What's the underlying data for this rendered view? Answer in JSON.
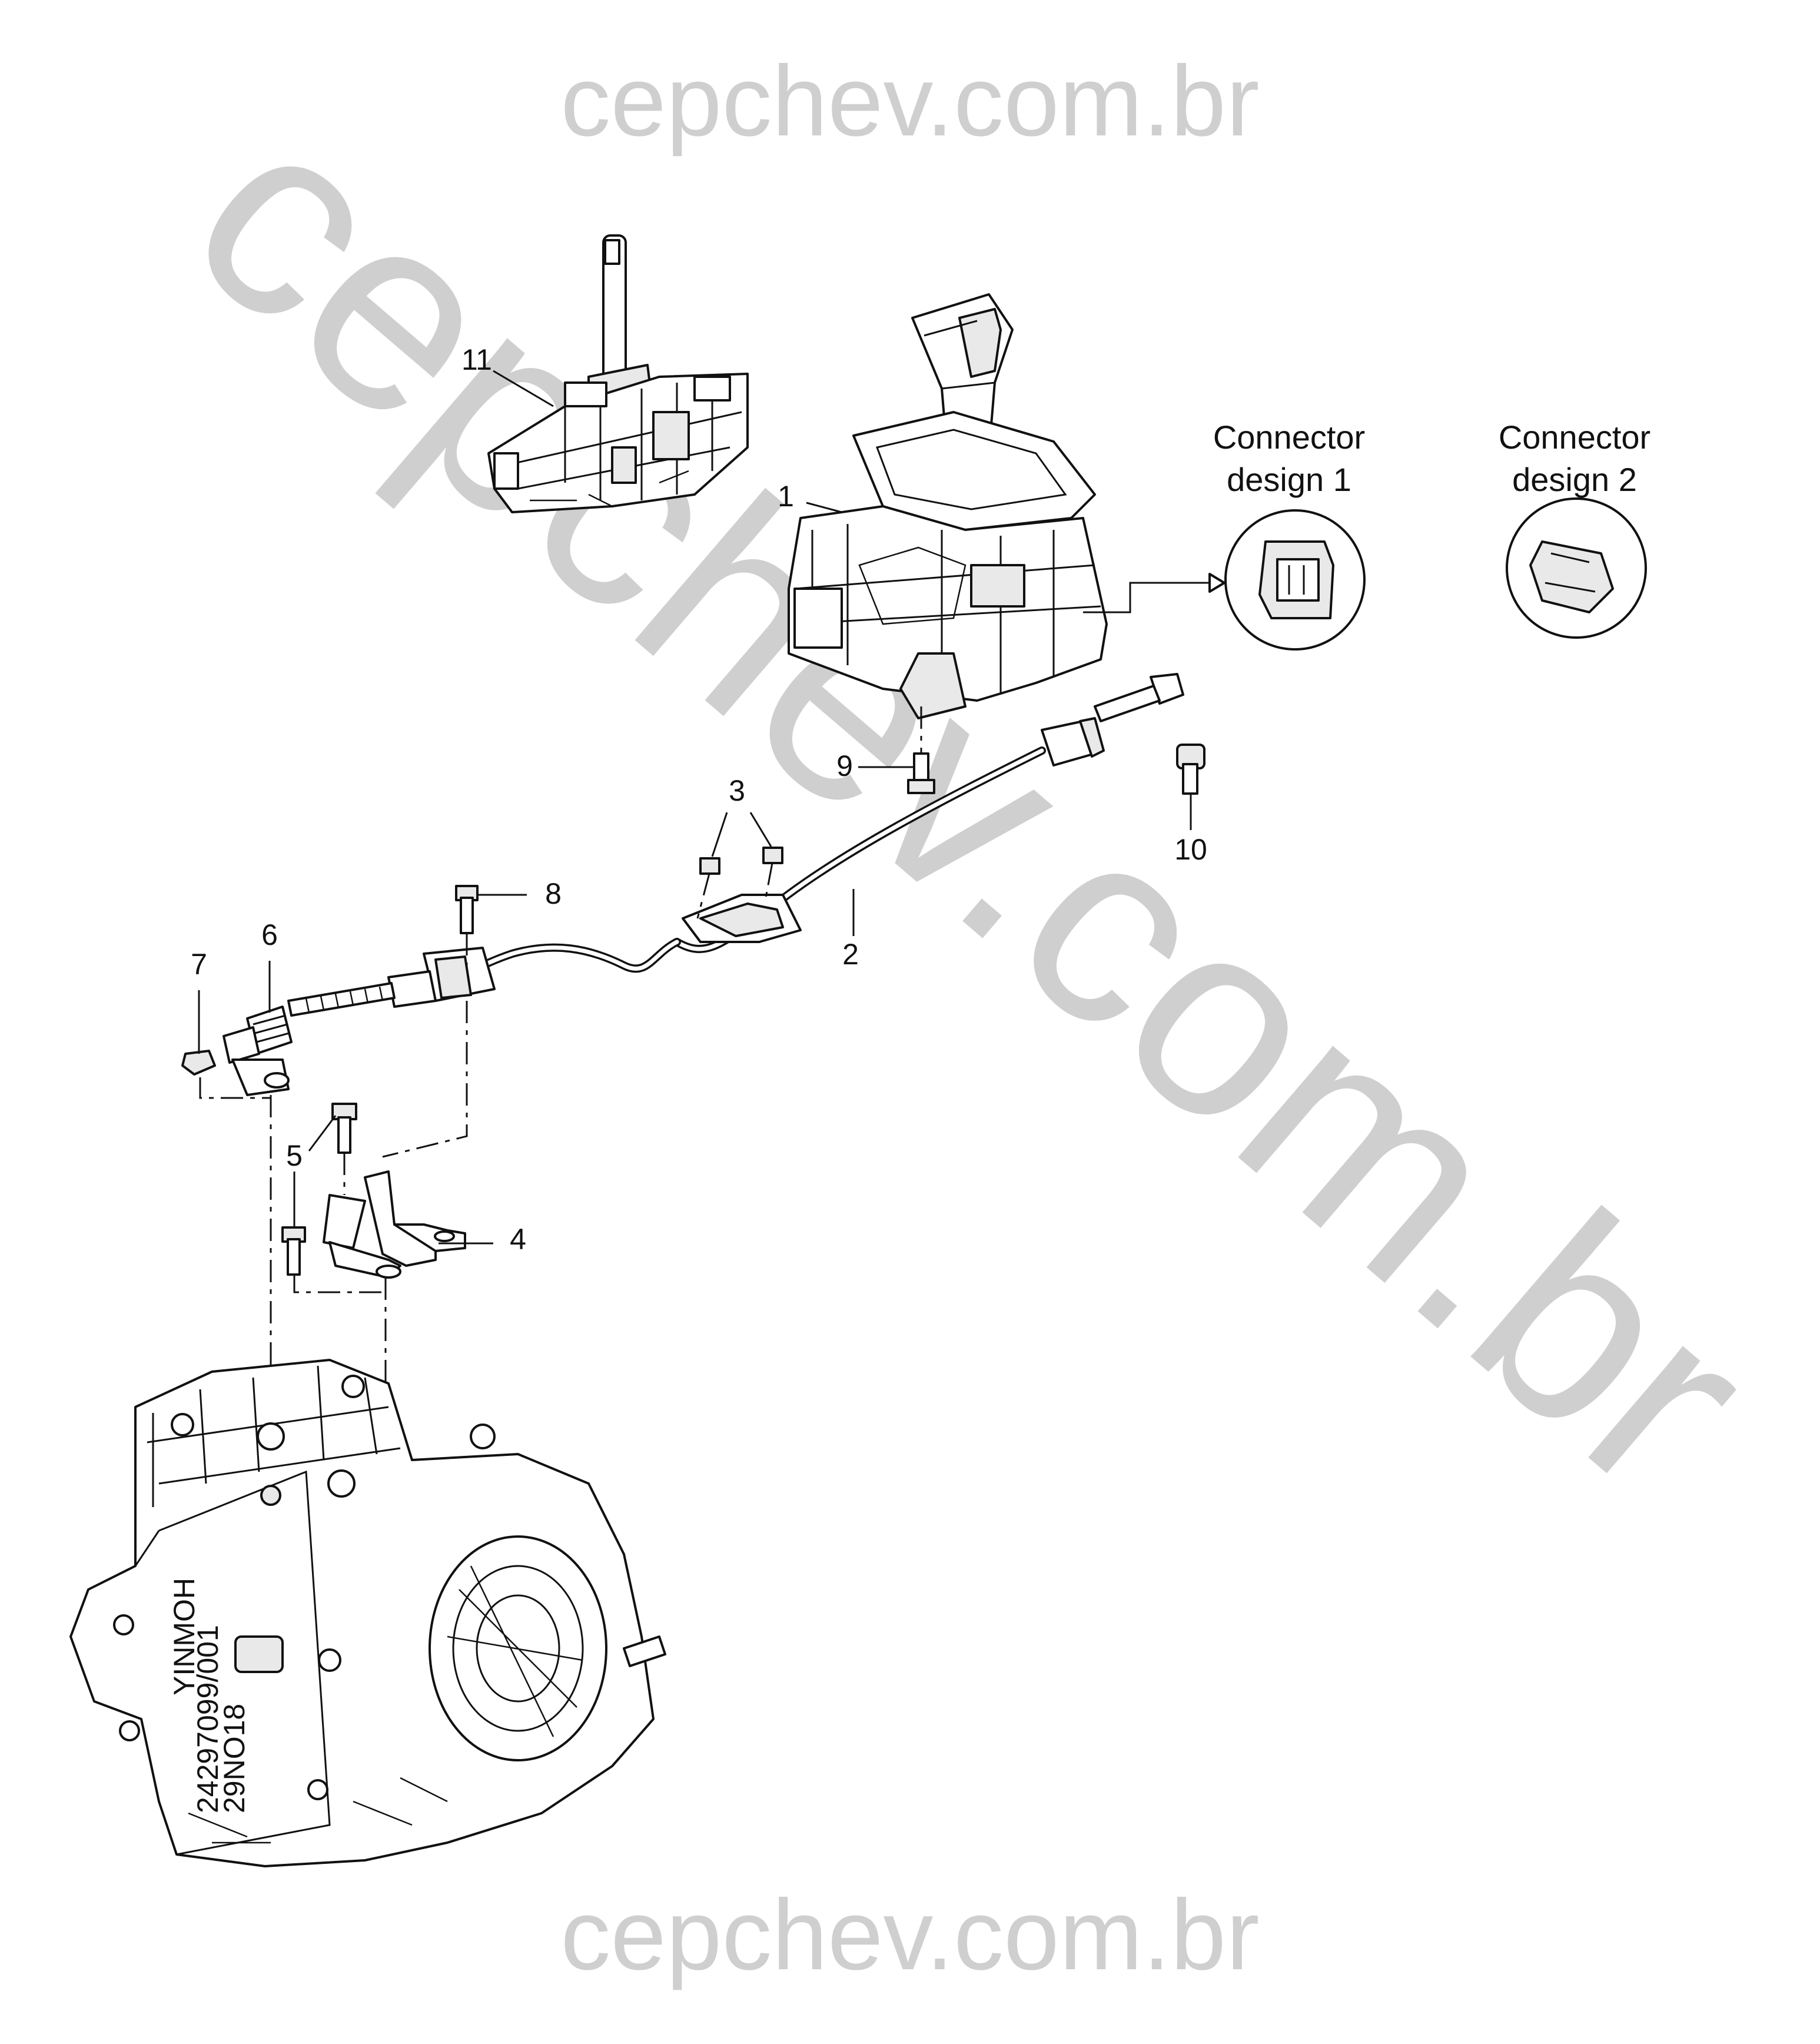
{
  "watermark": {
    "top": "cepchev.com.br",
    "diagonal": "cepchev.com.br",
    "bottom": "cepchev.com.br"
  },
  "callouts": [
    "1",
    "2",
    "3",
    "4",
    "5",
    "6",
    "7",
    "8",
    "9",
    "10",
    "11"
  ],
  "connectors": [
    {
      "line1": "Connector",
      "line2": "design 1"
    },
    {
      "line1": "Connector",
      "line2": "design 2"
    }
  ],
  "transmission_markings": {
    "brand": "YINMOH",
    "part_number": "24297099/001",
    "date_code": "29NO18"
  },
  "colors": {
    "line": "#111111",
    "watermark": "#cfcfcf",
    "background": "#ffffff"
  }
}
